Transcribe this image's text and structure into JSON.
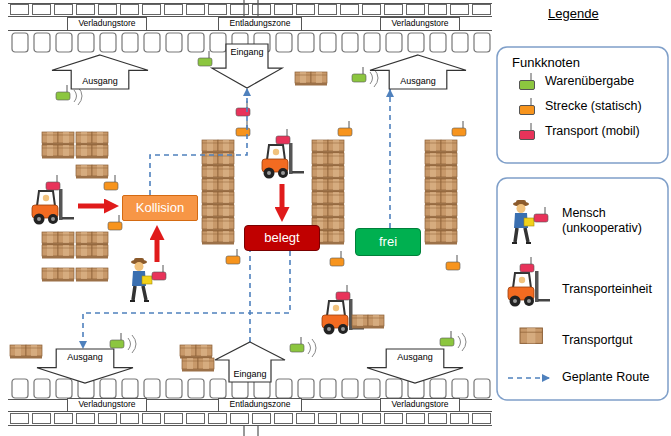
{
  "diagram": {
    "nodes": [
      {
        "text": [
          "Verladungstore"
        ]
      },
      {
        "text": [
          "Entladungszone"
        ]
      },
      {
        "text": [
          "Verladungstore"
        ]
      },
      {
        "text": [
          "Ausgang"
        ]
      },
      {
        "text": [
          "Eingang"
        ]
      },
      {
        "text": [
          "Ausgang"
        ]
      },
      {
        "text": [
          "Kollision"
        ]
      },
      {
        "text": [
          "belegt"
        ]
      },
      {
        "text": [
          "frei"
        ]
      },
      {
        "text": [
          "Ausgang"
        ]
      },
      {
        "text": [
          "Eingang"
        ]
      },
      {
        "text": [
          "Ausgang"
        ]
      },
      {
        "text": [
          "Verladungstore"
        ]
      },
      {
        "text": [
          "Entladungszone"
        ]
      },
      {
        "text": [
          "Verladungstore"
        ]
      }
    ],
    "edges": [
      {
        "from": 6,
        "to": 4,
        "arrow": "to"
      },
      {
        "from": 7,
        "to": 9,
        "arrow": "to"
      },
      {
        "from": 10,
        "to": 7,
        "arrow": "none"
      },
      {
        "from": 8,
        "to": 5,
        "arrow": "to"
      }
    ],
    "labels": [
      "Legende",
      "Funkknoten"
    ],
    "legend": [
      {
        "text": "Warenübergabe",
        "color": "#8cc63f"
      },
      {
        "text": "Strecke (statisch)",
        "color": "#f7941d"
      },
      {
        "text": "Transport (mobil)",
        "color": "#e8335a"
      },
      {
        "text": "Mensch (unkooperativ)"
      },
      {
        "text": "Transporteinheit"
      },
      {
        "text": "Transportgut"
      },
      {
        "text": "Geplante Route"
      }
    ]
  }
}
